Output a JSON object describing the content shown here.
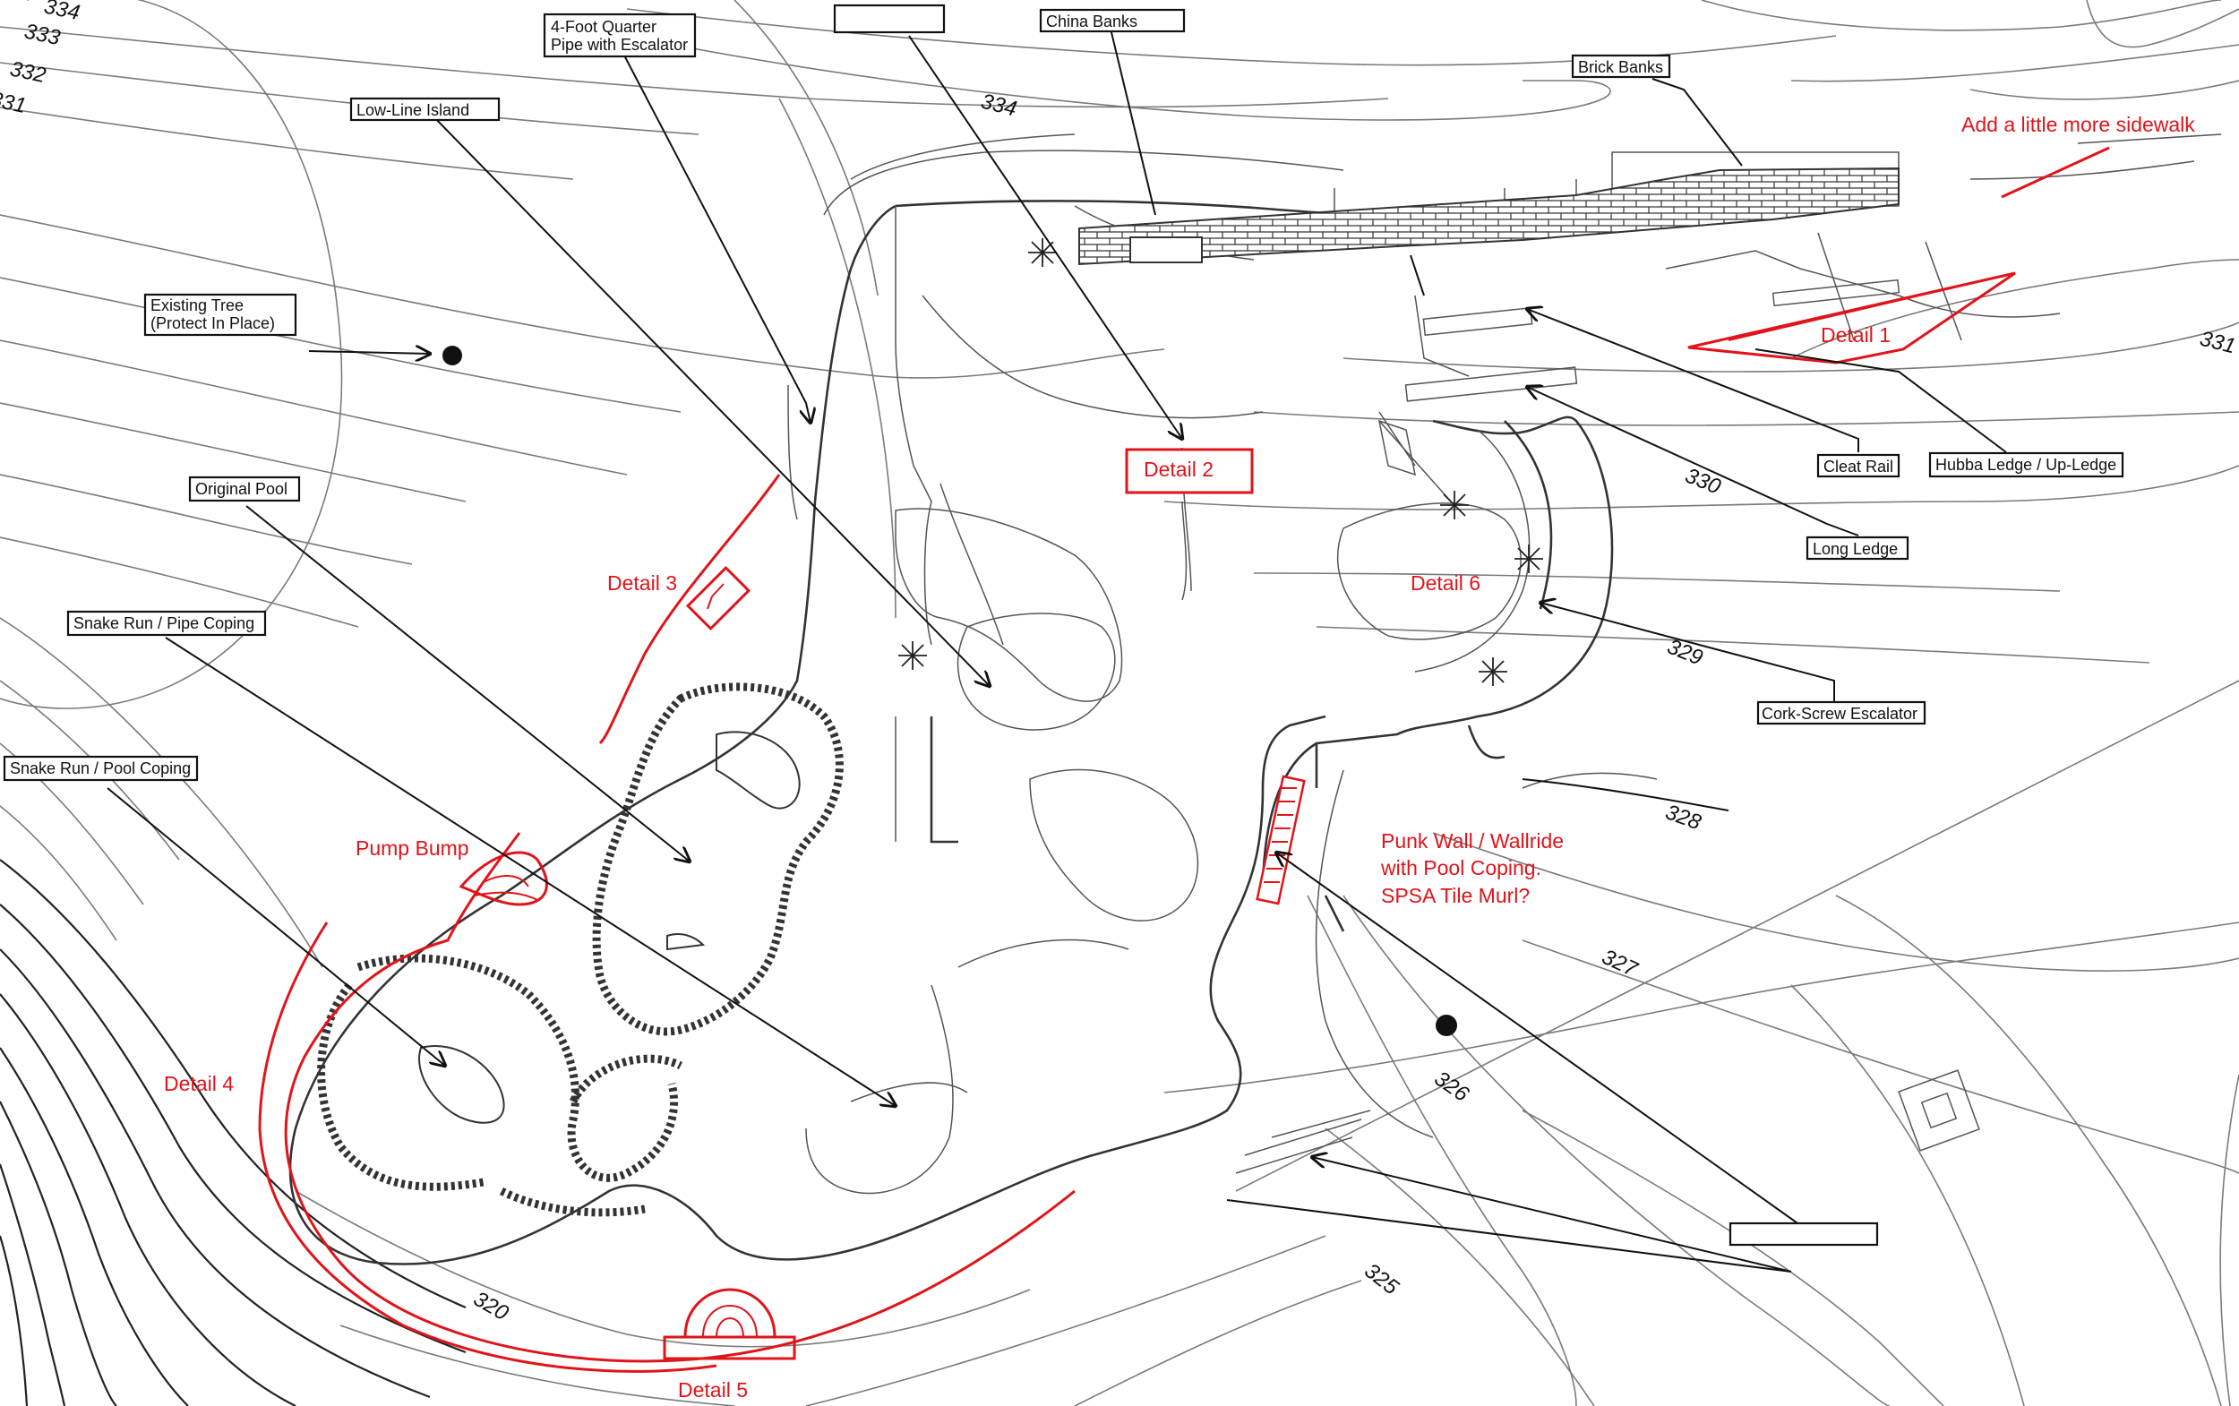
{
  "callouts": {
    "quarter_pipe_line1": "4-Foot Quarter",
    "quarter_pipe_line2": "Pipe with Escalator",
    "china_banks": "China Banks",
    "brick_banks": "Brick Banks",
    "low_line_island": "Low-Line Island",
    "existing_tree_line1": "Existing Tree",
    "existing_tree_line2": "(Protect In Place)",
    "original_pool": "Original Pool",
    "snake_run_pipe": "Snake Run / Pipe Coping",
    "snake_run_pool": "Snake Run / Pool Coping",
    "cleat_rail": "Cleat Rail",
    "hubba_ledge": "Hubba Ledge / Up-Ledge",
    "long_ledge": "Long Ledge",
    "corkscrew": "Cork-Screw Escalator"
  },
  "red_notes": {
    "sidewalk": "Add a little more sidewalk",
    "detail1": "Detail 1",
    "detail2": "Detail 2",
    "detail3": "Detail 3",
    "detail4": "Detail 4",
    "detail5": "Detail 5",
    "detail6": "Detail 6",
    "pump_bump": "Pump Bump",
    "punk_wall_line1": "Punk Wall / Wallride",
    "punk_wall_line2": "with Pool Coping.",
    "punk_wall_line3": "SPSA Tile Murl?"
  },
  "elevations": {
    "e334_top": "334",
    "e333": "333",
    "e332": "332",
    "e331_left": "331",
    "e334": "334",
    "e331_right": "331",
    "e330": "330",
    "e329": "329",
    "e328": "328",
    "e327": "327",
    "e326": "326",
    "e325": "325",
    "e320": "320"
  },
  "colors": {
    "markup_red": "#e0141a",
    "linework": "#333333",
    "contour": "#7a7a7a"
  }
}
